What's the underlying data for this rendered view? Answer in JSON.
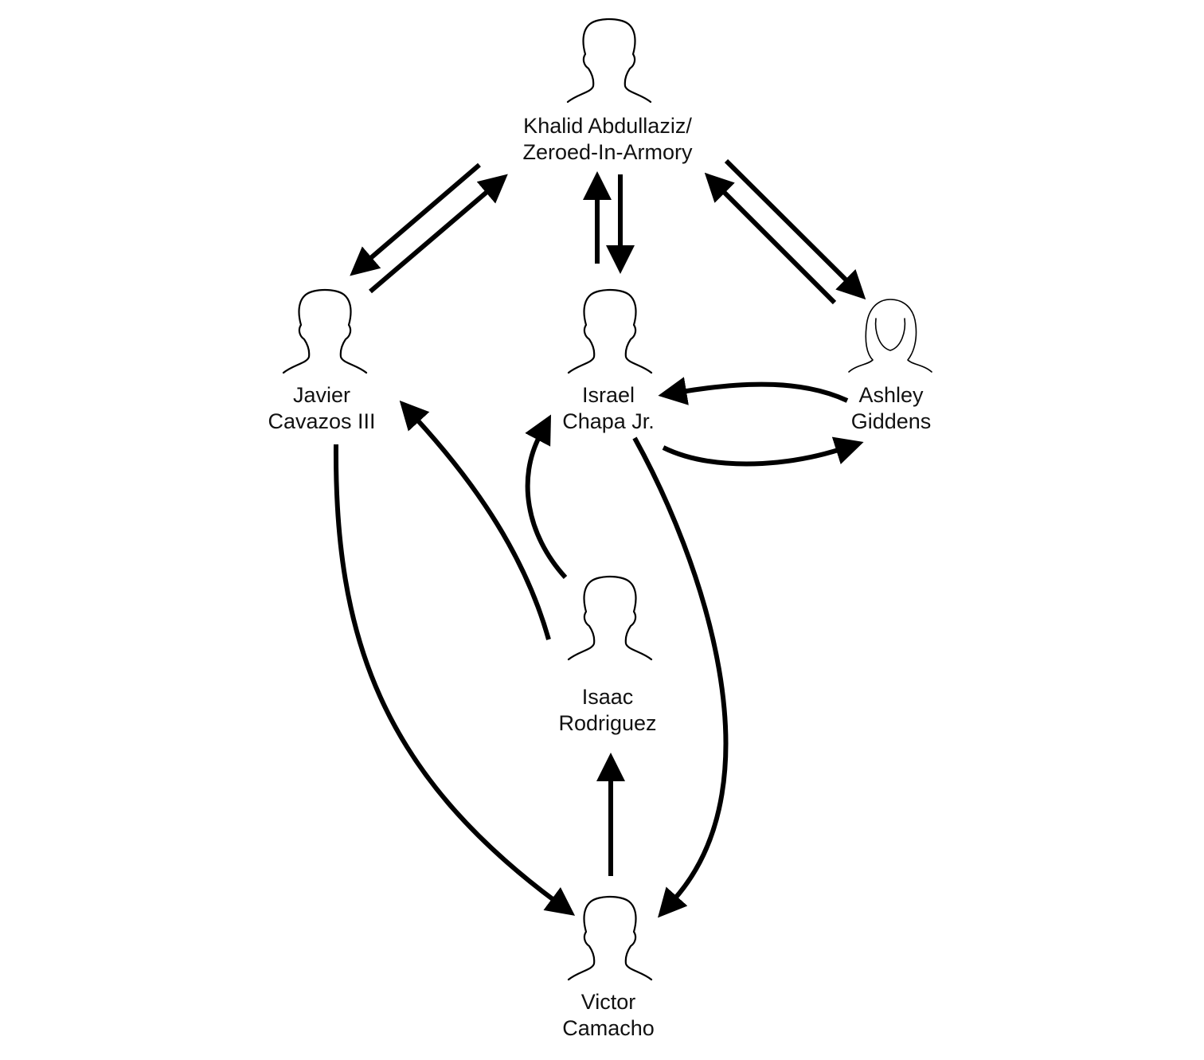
{
  "diagram": {
    "nodes": [
      {
        "id": "khalid",
        "icon": "male-silhouette-icon",
        "lines": [
          "Khalid Abdullaziz/",
          "Zeroed-In-Armory"
        ]
      },
      {
        "id": "javier",
        "icon": "male-silhouette-icon",
        "lines": [
          "Javier",
          "Cavazos III"
        ]
      },
      {
        "id": "israel",
        "icon": "male-silhouette-icon",
        "lines": [
          "Israel",
          "Chapa Jr."
        ]
      },
      {
        "id": "ashley",
        "icon": "female-silhouette-icon",
        "lines": [
          "Ashley",
          "Giddens"
        ]
      },
      {
        "id": "isaac",
        "icon": "male-silhouette-icon",
        "lines": [
          "Isaac",
          "Rodriguez"
        ]
      },
      {
        "id": "victor",
        "icon": "male-silhouette-icon",
        "lines": [
          "Victor",
          "Camacho"
        ]
      }
    ],
    "edges": [
      {
        "from": "khalid",
        "to": "javier"
      },
      {
        "from": "javier",
        "to": "khalid"
      },
      {
        "from": "israel",
        "to": "khalid"
      },
      {
        "from": "khalid",
        "to": "israel"
      },
      {
        "from": "khalid",
        "to": "ashley"
      },
      {
        "from": "ashley",
        "to": "khalid"
      },
      {
        "from": "ashley",
        "to": "israel"
      },
      {
        "from": "israel",
        "to": "ashley"
      },
      {
        "from": "isaac",
        "to": "javier"
      },
      {
        "from": "isaac",
        "to": "israel"
      },
      {
        "from": "javier",
        "to": "victor"
      },
      {
        "from": "israel",
        "to": "victor"
      },
      {
        "from": "victor",
        "to": "isaac"
      }
    ]
  }
}
